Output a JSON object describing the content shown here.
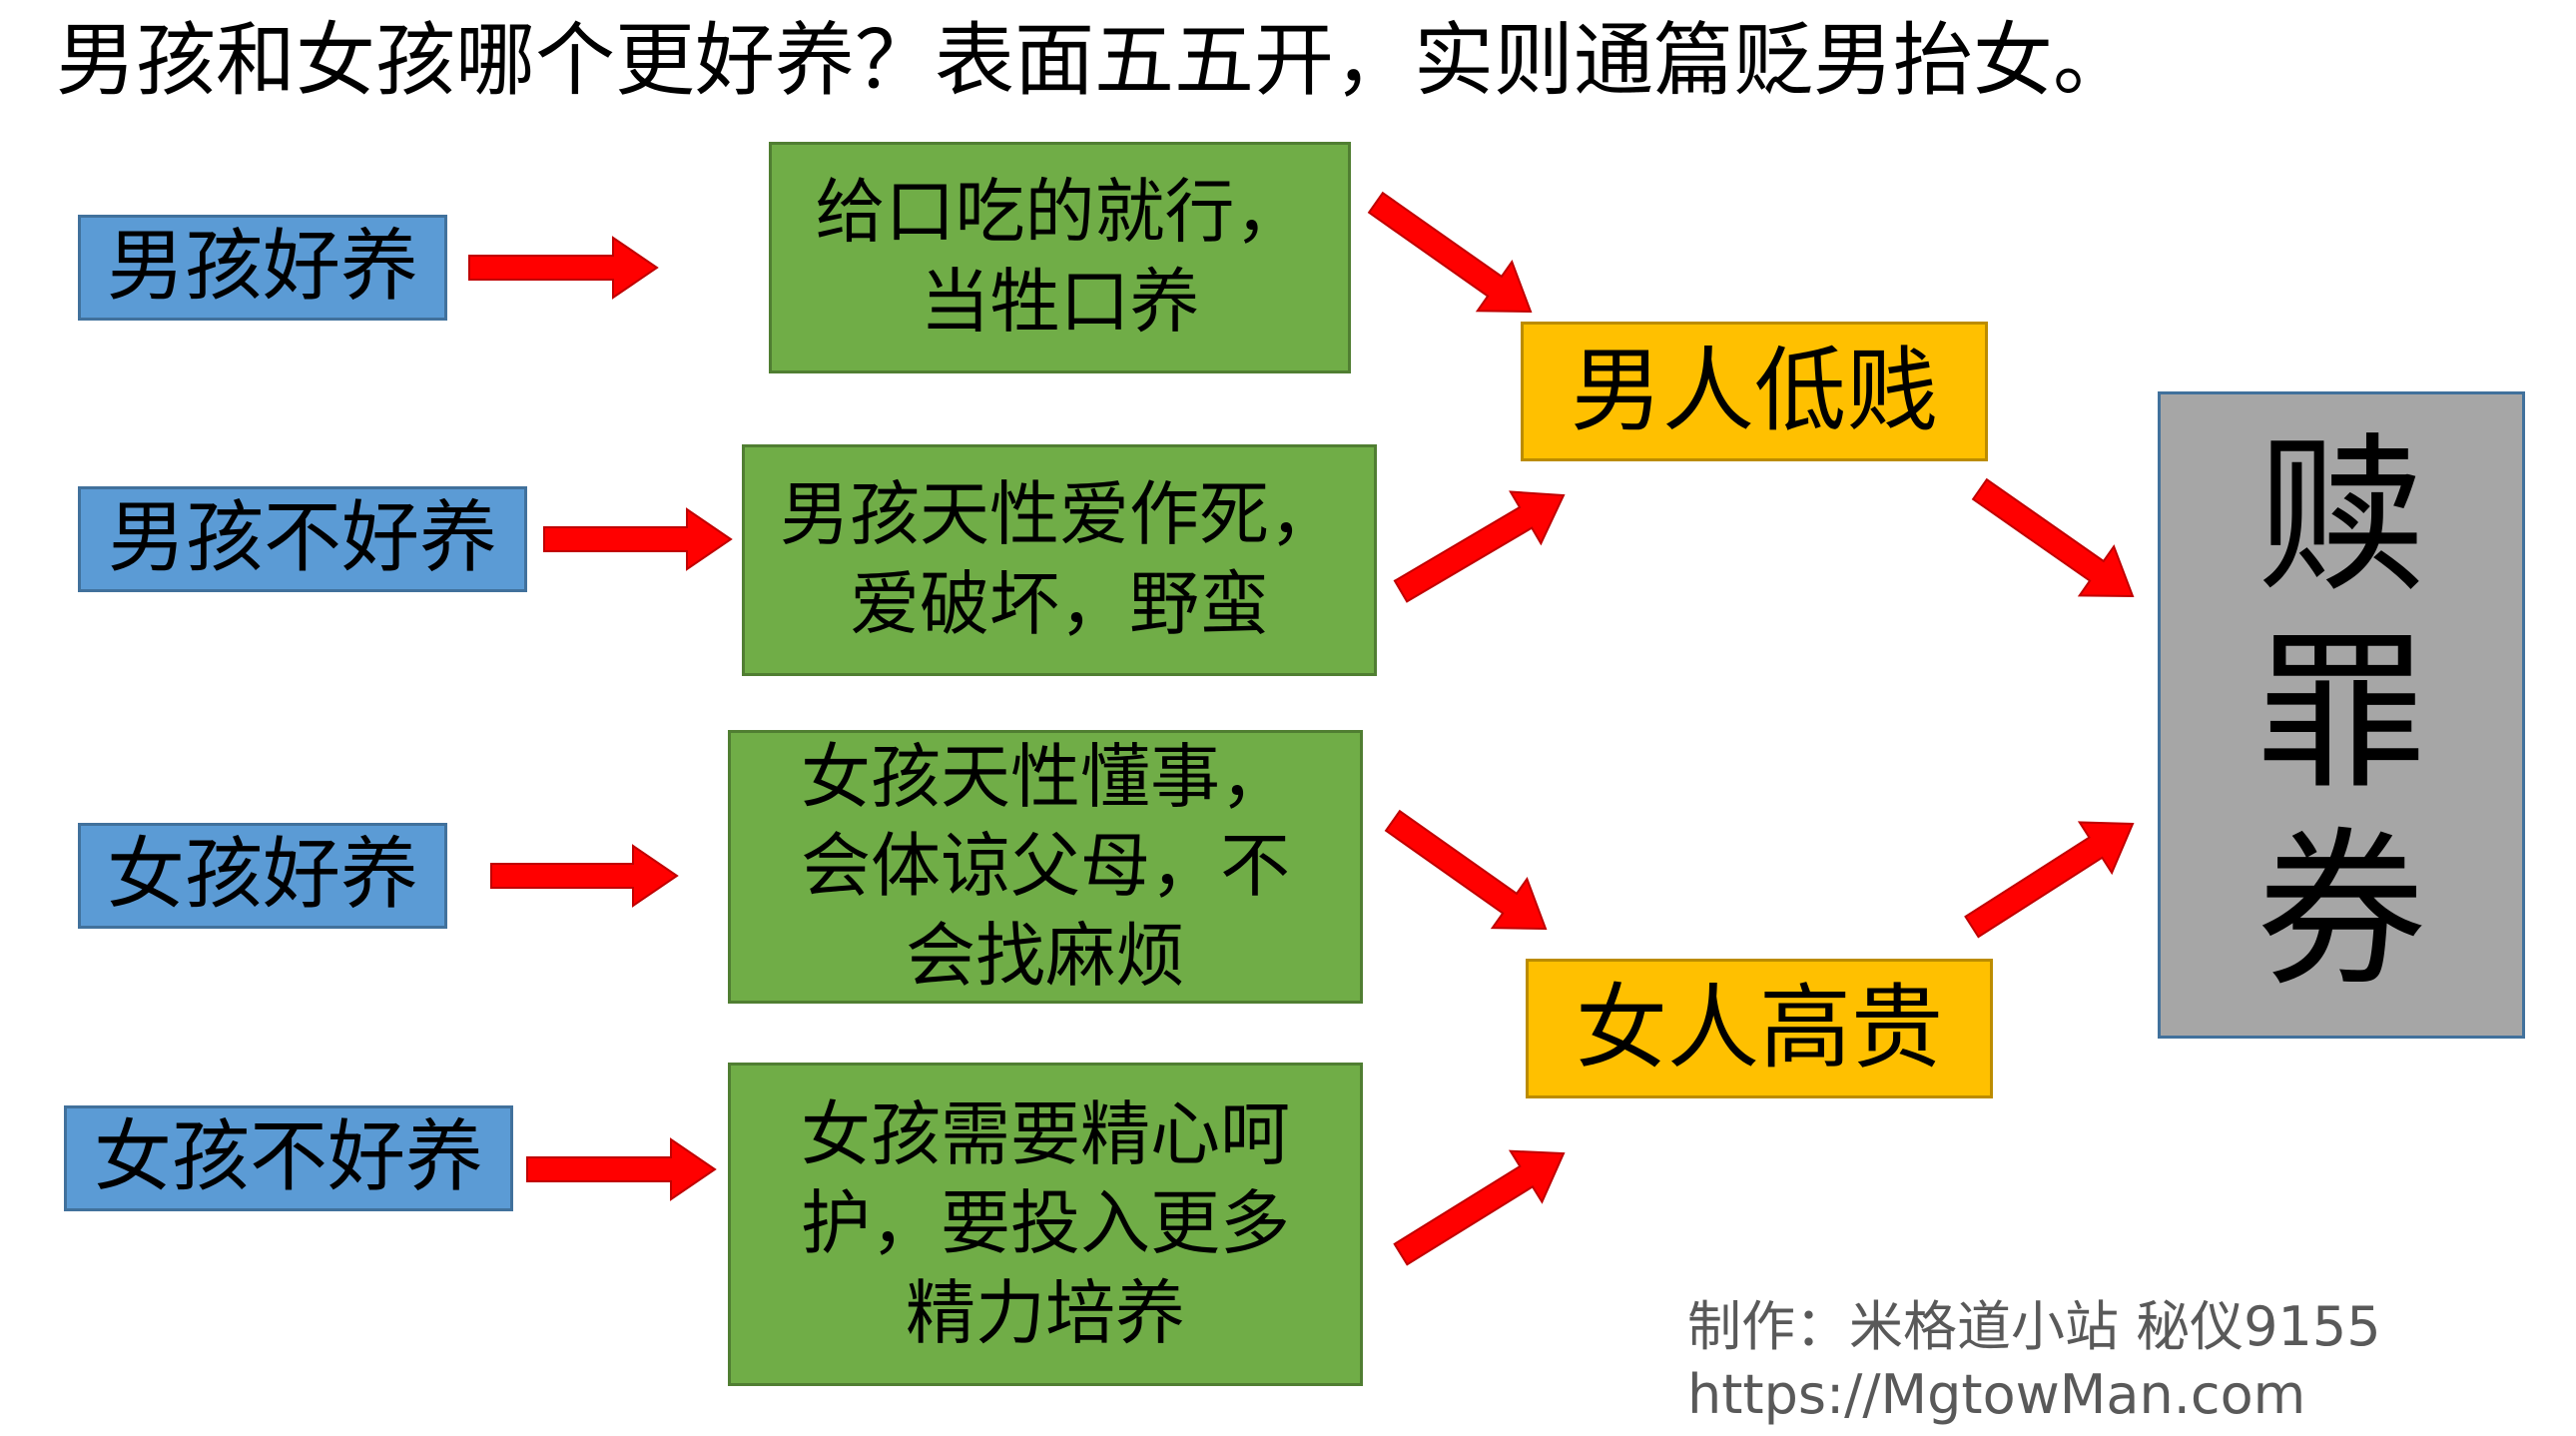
{
  "title": "男孩和女孩哪个更好养？表面五五开，实则通篇贬男抬女。",
  "left_boxes": [
    {
      "text": "男孩好养"
    },
    {
      "text": "男孩不好养"
    },
    {
      "text": "女孩好养"
    },
    {
      "text": "女孩不好养"
    }
  ],
  "middle_boxes": [
    {
      "text": "给口吃的就行，\n当牲口养"
    },
    {
      "text": "男孩天性爱作死，\n爱破坏，野蛮"
    },
    {
      "text": "女孩天性懂事，\n会体谅父母，不\n会找麻烦"
    },
    {
      "text": "女孩需要精心呵\n护，要投入更多\n精力培养"
    }
  ],
  "outcome_boxes": [
    {
      "text": "男人低贱"
    },
    {
      "text": "女人高贵"
    }
  ],
  "final_box": {
    "text": "赎\n罪\n券"
  },
  "credit": {
    "line1": "制作：米格道小站 秘仪9155",
    "line2": "https://MgtowMan.com"
  },
  "colors": {
    "blue_box": "#5b9bd5",
    "green_box": "#70ad47",
    "yellow_box": "#ffc000",
    "gray_box": "#a6a6a6",
    "arrow": "#ff0000"
  }
}
